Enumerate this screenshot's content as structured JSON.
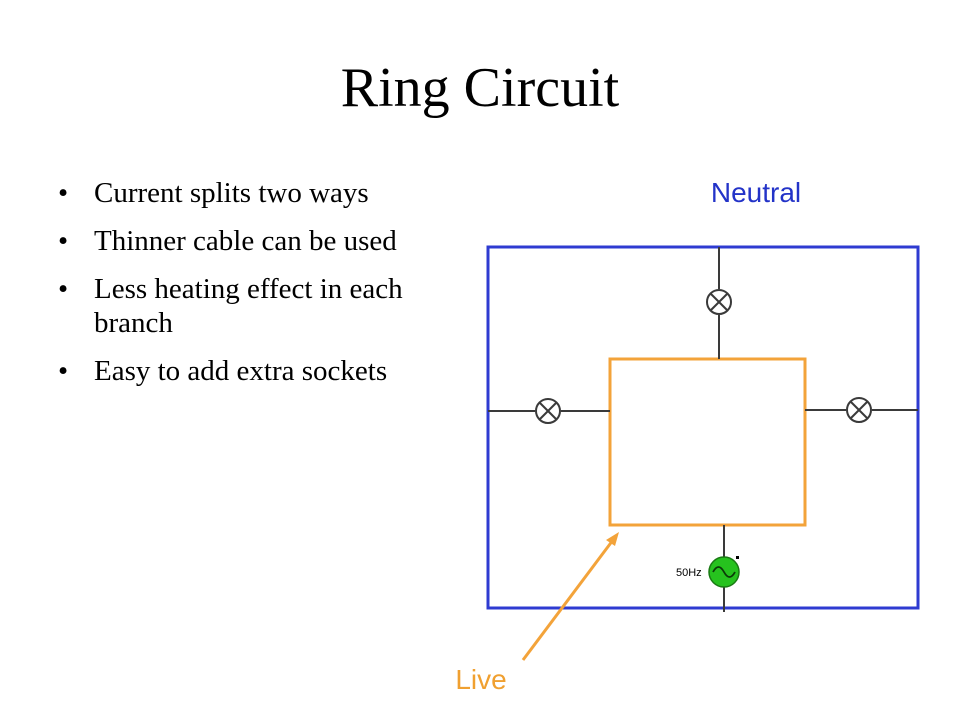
{
  "title": "Ring Circuit",
  "bullets": [
    "Current splits two ways",
    "Thinner cable can be used",
    "Less heating effect in each branch",
    "Easy to add extra sockets"
  ],
  "diagram": {
    "neutral_label": "Neutral",
    "live_label": "Live",
    "source_label": "50Hz",
    "colors": {
      "neutral": "#2e3bd1",
      "live": "#f3a33a",
      "wire": "#3a3a3a",
      "source": "#26c21e",
      "text_blue": "#2333c8",
      "text_orange": "#f0a030"
    }
  }
}
